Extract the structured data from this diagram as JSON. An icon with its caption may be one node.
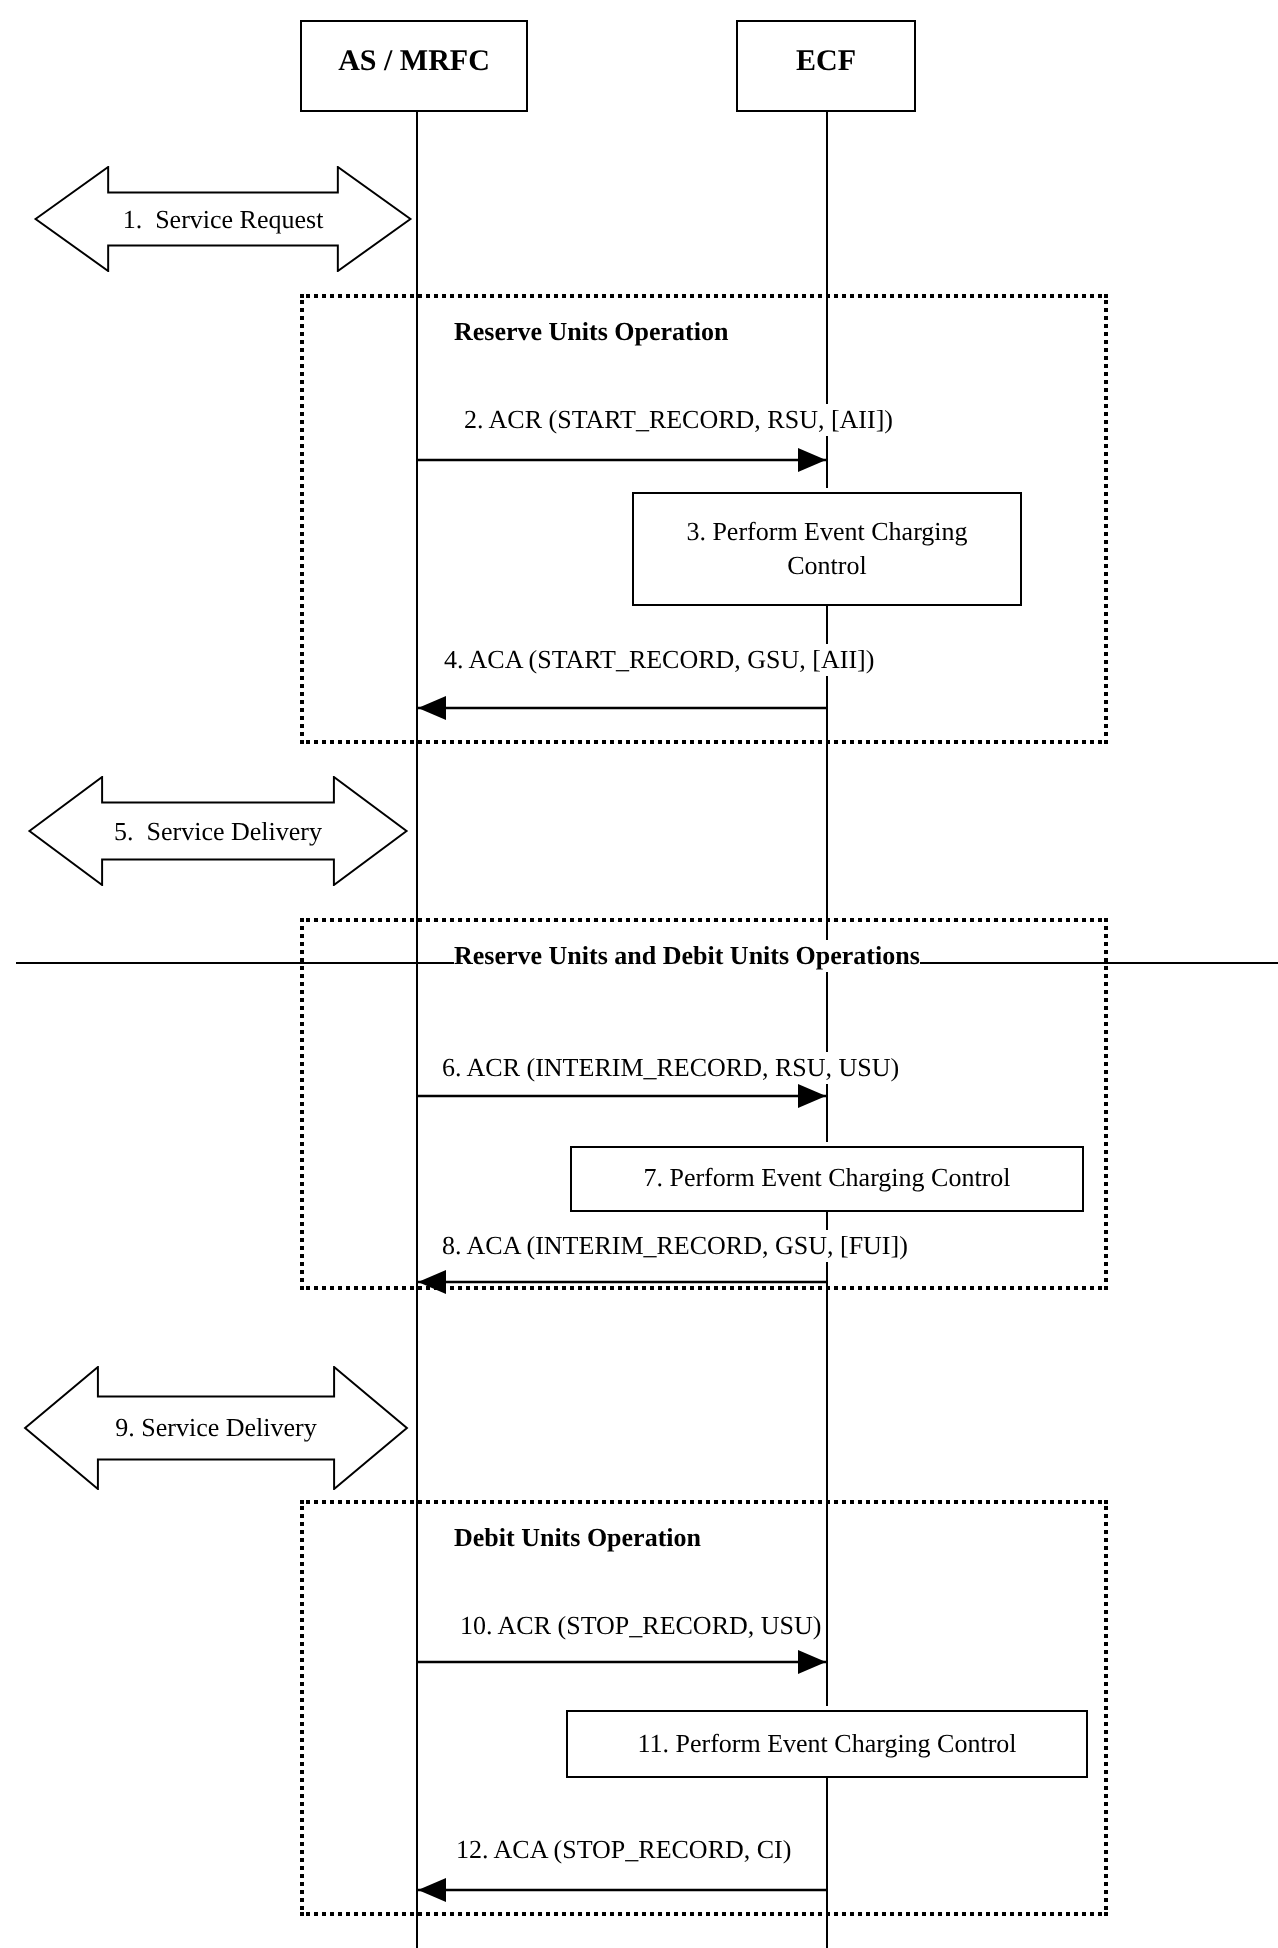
{
  "diagram": {
    "nodes": [
      {
        "text": [
          "AS / MRFC"
        ]
      },
      {
        "text": [
          "ECF"
        ]
      },
      {
        "text": [],
        "shape": "bar"
      },
      {
        "text": [],
        "shape": "bar"
      },
      {
        "text": [],
        "shape": "bar"
      },
      {
        "text": [],
        "shape": "bar"
      },
      {
        "text": [],
        "shape": "bar"
      },
      {
        "text": [
          "1.  Service Request"
        ]
      },
      {
        "text": [
          "Reserve Units Operation"
        ]
      },
      {
        "text": [
          "3. Perform Event Charging Control"
        ],
        "in": 8
      },
      {
        "text": [
          "5.  Service Delivery"
        ]
      },
      {
        "text": [
          "Reserve Units and Debit Units Operations"
        ]
      },
      {
        "text": [
          "7. Perform Event Charging Control"
        ],
        "in": 11
      },
      {
        "text": [
          "9. Service Delivery"
        ]
      },
      {
        "text": [
          "Debit Units Operation"
        ]
      },
      {
        "text": [
          "11. Perform Event Charging Control"
        ],
        "in": 14
      }
    ],
    "edges": [
      {
        "from": 2,
        "to": 3,
        "arrow": "to",
        "label": "2. ACR (START_RECORD, RSU, [AII])"
      },
      {
        "from": 4,
        "to": 2,
        "arrow": "to",
        "label": "4. ACA (START_RECORD, GSU, [AII])"
      },
      {
        "from": 2,
        "to": 4,
        "arrow": "to",
        "label": "6. ACR (INTERIM_RECORD, RSU, USU)"
      },
      {
        "from": 5,
        "to": 2,
        "arrow": "to",
        "label": "8. ACA (INTERIM_RECORD, GSU, [FUI])"
      },
      {
        "from": 2,
        "to": 5,
        "arrow": "to",
        "label": "10. ACR (STOP_RECORD, USU)"
      },
      {
        "from": 6,
        "to": 2,
        "arrow": "to",
        "label": "12. ACA (STOP_RECORD, CI)"
      }
    ]
  }
}
